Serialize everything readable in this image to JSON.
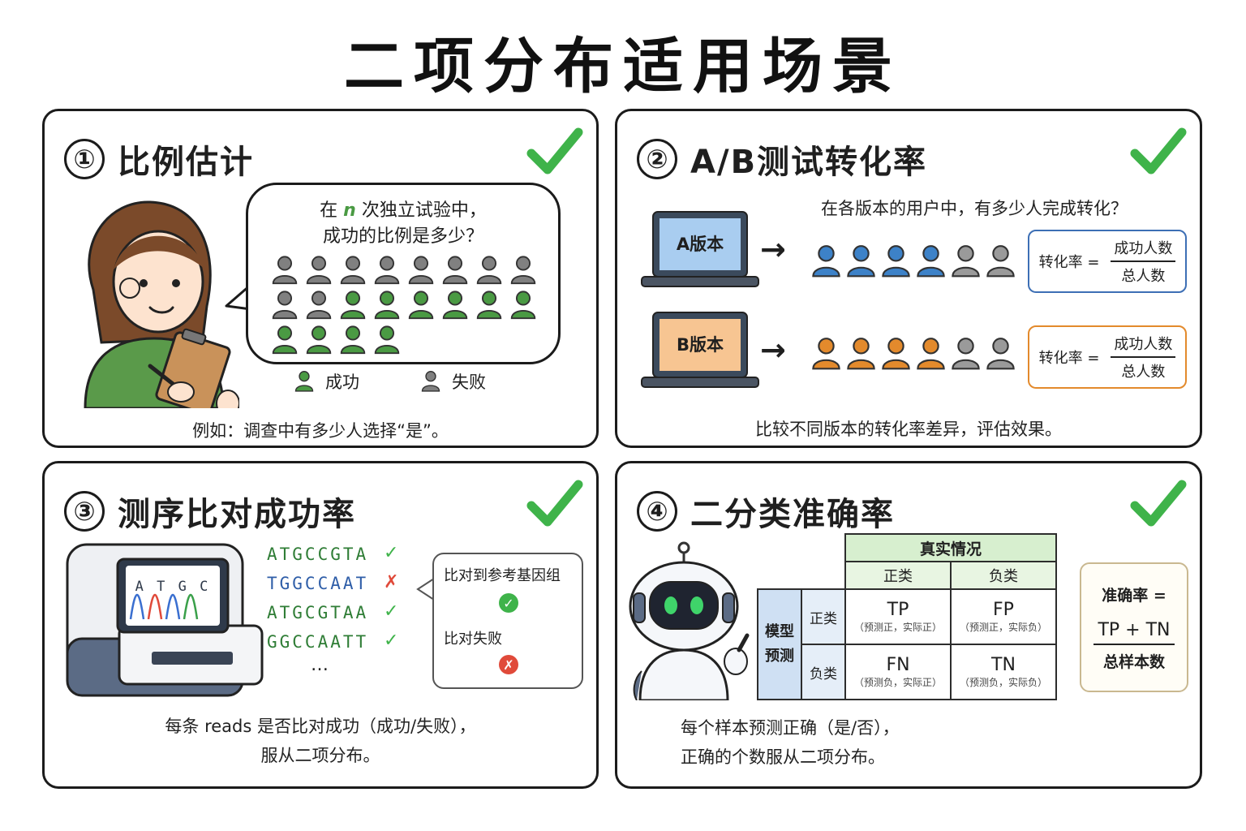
{
  "title": "二项分布适用场景",
  "colors": {
    "success": "#4a9a43",
    "fail": "#808080",
    "a_blue": "#3d82c8",
    "b_orange": "#e38a2c",
    "check_green": "#3fb34a",
    "cross_red": "#e04a3a"
  },
  "panel1": {
    "number": "①",
    "title": "比例估计",
    "question_line1_pre": "在 ",
    "question_n": "n",
    "question_line1_post": " 次独立试验中，",
    "question_line2": "成功的比例是多少？",
    "grid": [
      [
        0,
        0,
        0,
        0,
        0,
        0,
        0,
        0
      ],
      [
        0,
        0,
        1,
        1,
        1,
        1,
        1,
        1
      ],
      [
        1,
        1,
        1,
        1
      ]
    ],
    "legend_success": "成功",
    "legend_fail": "失败",
    "example": "例如：调查中有多少人选择“是”。"
  },
  "panel2": {
    "number": "②",
    "title": "A/B测试转化率",
    "question": "在各版本的用户中，有多少人完成转化？",
    "version_a": "A版本",
    "version_b": "B版本",
    "arrow": "→",
    "a_icons": [
      1,
      1,
      1,
      1,
      0,
      0
    ],
    "b_icons": [
      1,
      1,
      1,
      1,
      0,
      0
    ],
    "formula_label": "转化率 =",
    "formula_num": "成功人数",
    "formula_den": "总人数",
    "footer": "比较不同版本的转化率差异，评估效果。"
  },
  "panel3": {
    "number": "③",
    "title": "测序比对成功率",
    "screen_letters": "A T G C",
    "reads": [
      {
        "seq": "ATGCCGTA",
        "ok": true
      },
      {
        "seq": "TGGCCAAT",
        "ok": false
      },
      {
        "seq": "ATGCGTAA",
        "ok": true
      },
      {
        "seq": "GGCCAATT",
        "ok": true
      }
    ],
    "ellipsis": "…",
    "mapped_label": "比对到参考基因组",
    "failed_label": "比对失败",
    "check_symbol": "✓",
    "cross_symbol": "✗",
    "footer_line1": "每条 reads 是否比对成功（成功/失败），",
    "footer_line2": "服从二项分布。"
  },
  "panel4": {
    "number": "④",
    "title": "二分类准确率",
    "truth_header": "真实情况",
    "col_pos": "正类",
    "col_neg": "负类",
    "model_label_1": "模型",
    "model_label_2": "预测",
    "row_pos": "正类",
    "row_neg": "负类",
    "tp": "TP",
    "tp_note": "（预测正，实际正）",
    "fp": "FP",
    "fp_note": "（预测正，实际负）",
    "fn": "FN",
    "fn_note": "（预测负，实际正）",
    "tn": "TN",
    "tn_note": "（预测负，实际负）",
    "acc_label": "准确率 =",
    "acc_num": "TP + TN",
    "acc_den": "总样本数",
    "footer_line1": "每个样本预测正确（是/否），",
    "footer_line2": "正确的个数服从二项分布。"
  }
}
